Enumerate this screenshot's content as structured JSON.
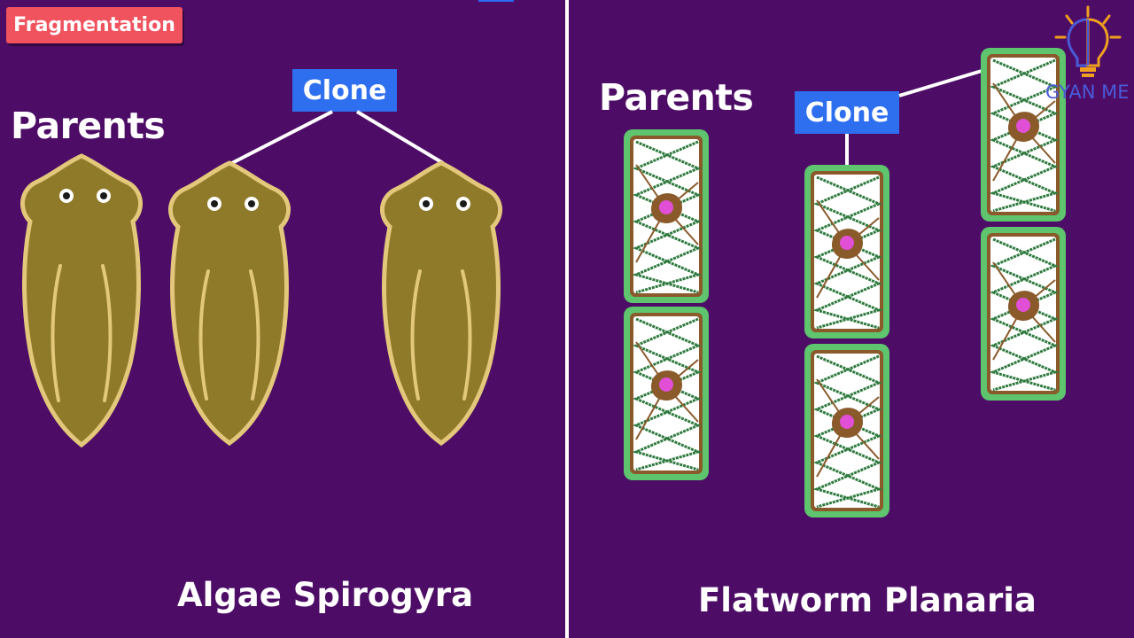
{
  "badge": {
    "label": "Fragmentation"
  },
  "left_panel": {
    "heading": "Parents",
    "clone_label": "Clone",
    "caption": "Algae Spirogyra"
  },
  "right_panel": {
    "heading": "Parents",
    "clone_label": "Clone",
    "caption": "Flatworm Planaria"
  },
  "brand": {
    "name": "GYAN ME",
    "icon": "brain-bulb-icon"
  },
  "colors": {
    "background": "#4d0d66",
    "badge": "#f0525e",
    "clone_tag": "#2e6ff0",
    "worm_body": "#8f7a2a",
    "worm_outline": "#e3c77a",
    "cell_wall": "#5ec46e",
    "chloroplast_spiral": "#2e7a3e",
    "nucleus": "#e04fd6"
  }
}
